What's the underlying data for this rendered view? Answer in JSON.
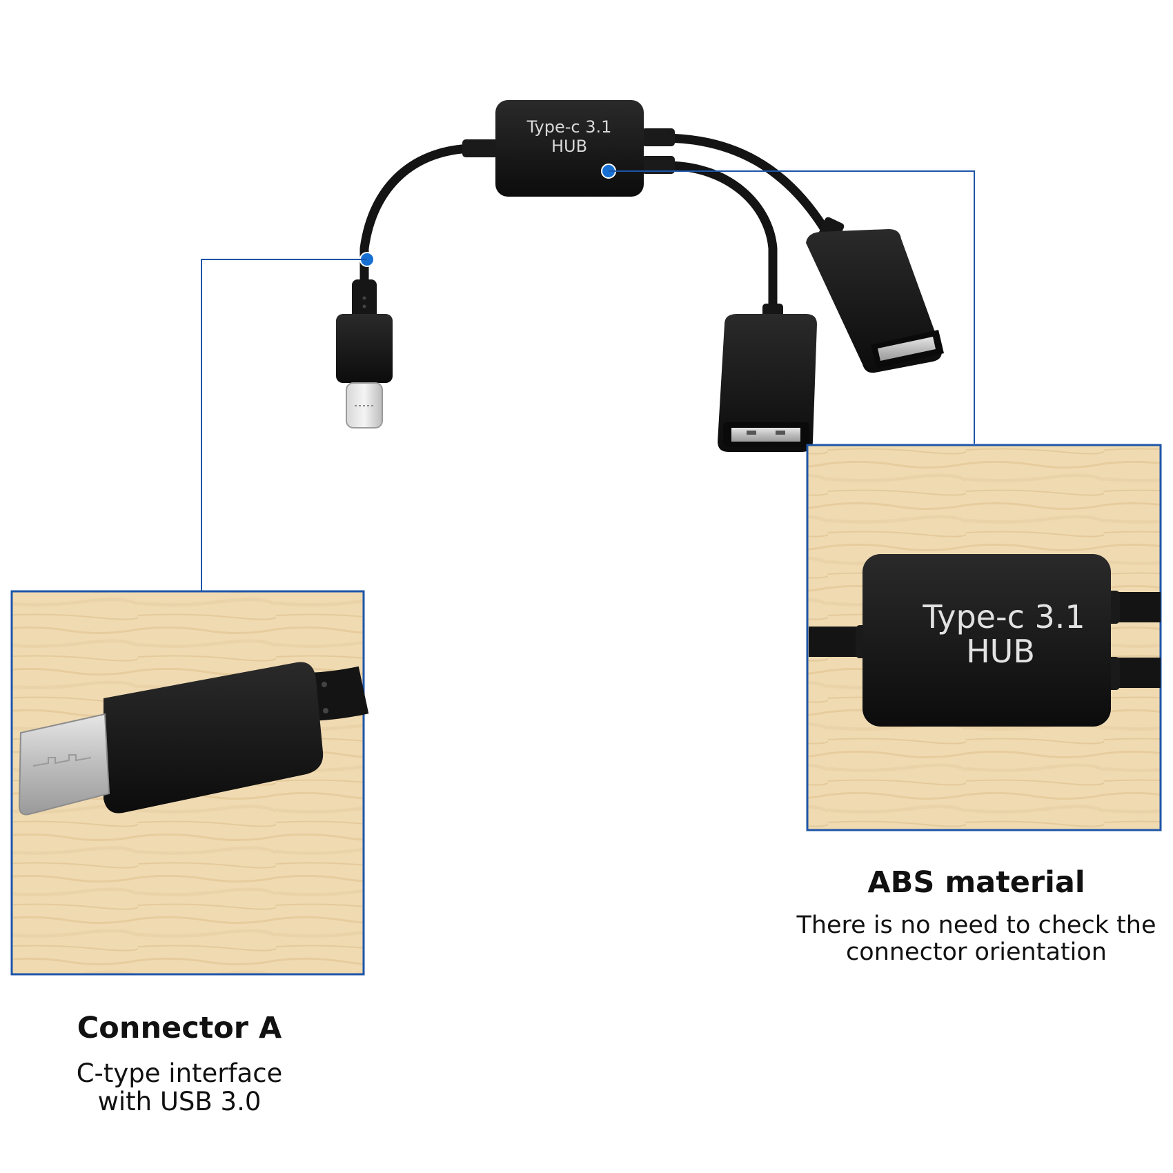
{
  "product": {
    "hub_print_line1": "Type-c 3.1",
    "hub_print_line2": "HUB"
  },
  "colors": {
    "accent_blue": "#1d55a8",
    "dot_blue": "#1670d4",
    "cable_black": "#141414",
    "wood_light": "#f1dcb6",
    "wood_dark": "#e2c79a",
    "metal": "#c9c9c9"
  },
  "callouts": {
    "connector_a": {
      "title": "Connector A",
      "line1": "C-type interface",
      "line2": "with USB 3.0"
    },
    "abs_material": {
      "title": "ABS material",
      "line1": "There is no need to check the",
      "line2": "connector orientation"
    }
  }
}
